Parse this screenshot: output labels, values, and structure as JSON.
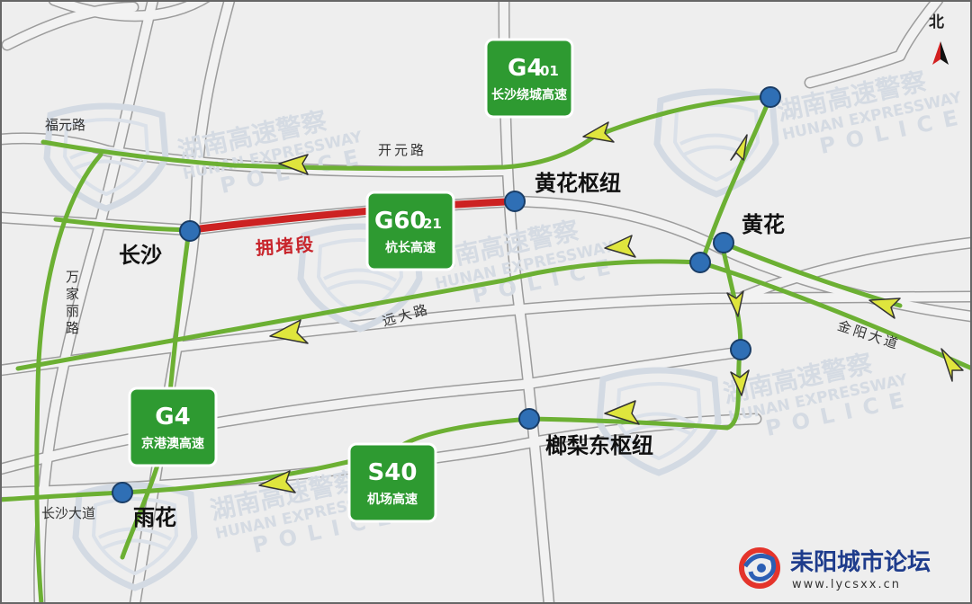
{
  "map": {
    "north_label": "北",
    "highways": [
      {
        "code": "G4",
        "code_suffix": "01",
        "name": "长沙绕城高速"
      },
      {
        "code": "G60",
        "code_suffix": "21",
        "name": "杭长高速"
      },
      {
        "code": "G4",
        "code_suffix": "",
        "name": "京港澳高速"
      },
      {
        "code": "S40",
        "code_suffix": "",
        "name": "机场高速"
      }
    ],
    "congestion_label": "拥堵段",
    "places": {
      "huanghua_hub": "黄花枢纽",
      "huanghua": "黄花",
      "changsha": "长沙",
      "yuhua": "雨花",
      "langli_east_hub": "榔梨东枢纽"
    },
    "roads": {
      "fuyuan": "福元路",
      "kaiyuan": "开元路",
      "wanjiali": "万家丽路",
      "yuanda": "远大路",
      "jinyang": "金阳大道",
      "changsha_avenue": "长沙大道"
    },
    "watermark": {
      "line1": "湖南高速警察",
      "line2": "HUNAN EXPRESSWAY",
      "line3": "POLICE"
    },
    "colors": {
      "route_green": "#6cb033",
      "shield_green": "#2e9a31",
      "congestion_red": "#cc2222",
      "node_blue": "#2f6fb5",
      "arrow_yellow": "#dfe53d",
      "background_road": "#9c9c9c"
    }
  },
  "logo": {
    "name": "耒阳城市论坛",
    "url": "www.lycsxx.cn"
  }
}
